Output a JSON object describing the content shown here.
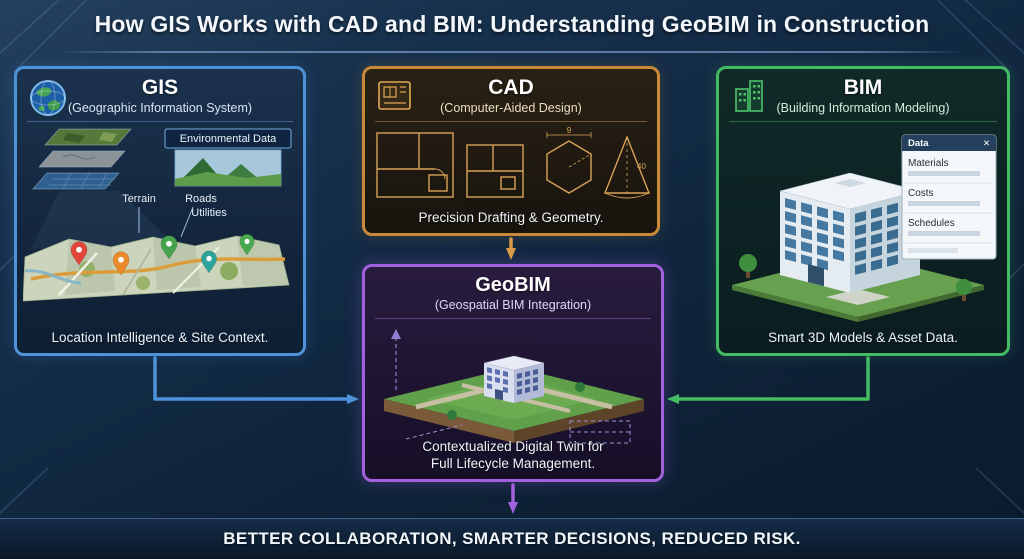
{
  "page": {
    "title": "How GIS Works with CAD and BIM: Understanding GeoBIM in Construction",
    "footer": "BETTER COLLABORATION, SMARTER DECISIONS, REDUCED RISK."
  },
  "gis": {
    "title": "GIS",
    "subtitle": "(Geographic Information System)",
    "caption": "Location Intelligence & Site Context.",
    "env_label": "Environmental Data",
    "terrain_label": "Terrain",
    "roads_label": "Roads",
    "utilities_label": "Utilities",
    "accent": "#4e93d9"
  },
  "cad": {
    "title": "CAD",
    "subtitle": "(Computer-Aided Design)",
    "caption": "Precision Drafting & Geometry.",
    "dim_hex": "9",
    "dim_height": "40",
    "accent": "#c88a38"
  },
  "bim": {
    "title": "BIM",
    "subtitle": "(Building Information Modeling)",
    "caption": "Smart 3D Models & Asset Data.",
    "data_panel": {
      "header": "Data",
      "close": "✕",
      "rows": [
        "Materials",
        "Costs",
        "Schedules"
      ]
    },
    "accent": "#43bb63"
  },
  "geobim": {
    "title": "GeoBIM",
    "subtitle": "(Geospatial BIM Integration)",
    "caption_line1": "Contextualized Digital Twin for",
    "caption_line2": "Full Lifecycle Management.",
    "accent": "#a361dd"
  }
}
